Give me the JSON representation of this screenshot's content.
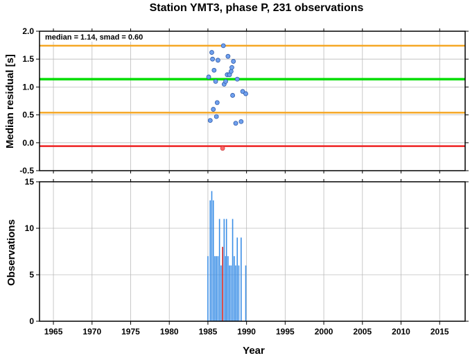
{
  "chart_data": {
    "type": "scatter",
    "title": "Station YMT3, phase P, 231 observations",
    "xlabel": "Year",
    "x_ticks": [
      1965,
      1970,
      1975,
      1980,
      1985,
      1990,
      1995,
      2000,
      2005,
      2010,
      2015
    ],
    "xlim": [
      1963.2,
      2018.3
    ],
    "top_panel": {
      "ylabel": "Median residual [s]",
      "ylim": [
        -0.5,
        2.0
      ],
      "y_ticks": [
        -0.5,
        0.0,
        0.5,
        1.0,
        1.5,
        2.0
      ],
      "annotation": "median = 1.14, smad = 0.60",
      "reference_lines": [
        {
          "role": "median",
          "value": 1.14,
          "color": "#00dd00"
        },
        {
          "role": "upper",
          "value": 1.74,
          "color": "#f5a623"
        },
        {
          "role": "lower",
          "value": 0.54,
          "color": "#f5a623"
        },
        {
          "role": "zero-ref",
          "value": -0.06,
          "color": "#ee2222"
        }
      ],
      "point_color": "#6fa0ee",
      "outlier_color": "#ff6b6b",
      "points": [
        {
          "x": 1985.1,
          "y": 1.18
        },
        {
          "x": 1985.3,
          "y": 0.4
        },
        {
          "x": 1985.5,
          "y": 1.62
        },
        {
          "x": 1985.6,
          "y": 1.5
        },
        {
          "x": 1985.7,
          "y": 0.6
        },
        {
          "x": 1985.8,
          "y": 1.3
        },
        {
          "x": 1986.0,
          "y": 1.1
        },
        {
          "x": 1986.1,
          "y": 0.47
        },
        {
          "x": 1986.2,
          "y": 0.72
        },
        {
          "x": 1986.3,
          "y": 1.48
        },
        {
          "x": 1987.0,
          "y": 1.74
        },
        {
          "x": 1987.1,
          "y": 1.05
        },
        {
          "x": 1987.3,
          "y": 1.1
        },
        {
          "x": 1987.5,
          "y": 1.22
        },
        {
          "x": 1987.6,
          "y": 1.55
        },
        {
          "x": 1987.8,
          "y": 1.22
        },
        {
          "x": 1988.0,
          "y": 1.28
        },
        {
          "x": 1988.1,
          "y": 1.35
        },
        {
          "x": 1988.2,
          "y": 0.85
        },
        {
          "x": 1988.3,
          "y": 1.46
        },
        {
          "x": 1988.6,
          "y": 0.35
        },
        {
          "x": 1988.8,
          "y": 1.14
        },
        {
          "x": 1989.3,
          "y": 0.38
        },
        {
          "x": 1989.5,
          "y": 0.92
        },
        {
          "x": 1989.9,
          "y": 0.88
        },
        {
          "x": 1986.9,
          "y": -0.1,
          "outlier": true
        }
      ]
    },
    "bottom_panel": {
      "type": "bar",
      "ylabel": "Observations",
      "ylim": [
        0,
        15
      ],
      "y_ticks": [
        0,
        5,
        10,
        15
      ],
      "bar_color": "#3a8ee6",
      "highlight_color": "#cc2222",
      "bars": [
        {
          "x": 1985.0,
          "y": 7
        },
        {
          "x": 1985.3,
          "y": 13
        },
        {
          "x": 1985.5,
          "y": 14
        },
        {
          "x": 1985.7,
          "y": 13
        },
        {
          "x": 1985.9,
          "y": 7
        },
        {
          "x": 1986.1,
          "y": 7
        },
        {
          "x": 1986.3,
          "y": 7
        },
        {
          "x": 1986.5,
          "y": 11
        },
        {
          "x": 1986.7,
          "y": 6
        },
        {
          "x": 1986.9,
          "y": 8,
          "highlight": true
        },
        {
          "x": 1987.1,
          "y": 11
        },
        {
          "x": 1987.3,
          "y": 7
        },
        {
          "x": 1987.4,
          "y": 11
        },
        {
          "x": 1987.6,
          "y": 7
        },
        {
          "x": 1987.8,
          "y": 6
        },
        {
          "x": 1988.0,
          "y": 6
        },
        {
          "x": 1988.2,
          "y": 11
        },
        {
          "x": 1988.4,
          "y": 7
        },
        {
          "x": 1988.6,
          "y": 6
        },
        {
          "x": 1988.8,
          "y": 9
        },
        {
          "x": 1989.0,
          "y": 6
        },
        {
          "x": 1989.3,
          "y": 9
        },
        {
          "x": 1989.9,
          "y": 6
        }
      ]
    }
  }
}
